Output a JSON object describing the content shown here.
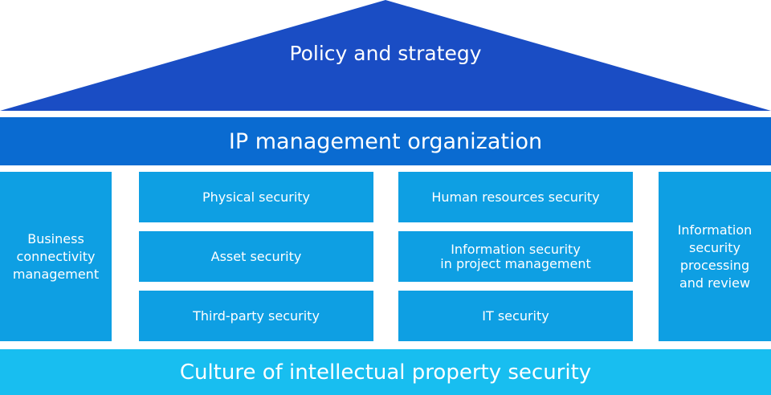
{
  "colors": {
    "roof": "#1A4DC4",
    "organization": "#0A6BD1",
    "pillars": "#0E9FE3",
    "cells": "#0E9FE3",
    "culture": "#18BEF0",
    "text": "#FFFFFF"
  },
  "roof": {
    "label": "Policy and strategy"
  },
  "organization": {
    "label": "IP management organization"
  },
  "left_pillar": {
    "label": "Business\nconnectivity\nmanagement"
  },
  "right_pillar": {
    "label": "Information\nsecurity\nprocessing\nand review"
  },
  "grid": {
    "left_column": [
      "Physical security",
      "Asset security",
      "Third-party security"
    ],
    "right_column": [
      "Human resources security",
      "Information security\nin project management",
      "IT security"
    ]
  },
  "foundation": {
    "label": "Culture of intellectual property security"
  }
}
